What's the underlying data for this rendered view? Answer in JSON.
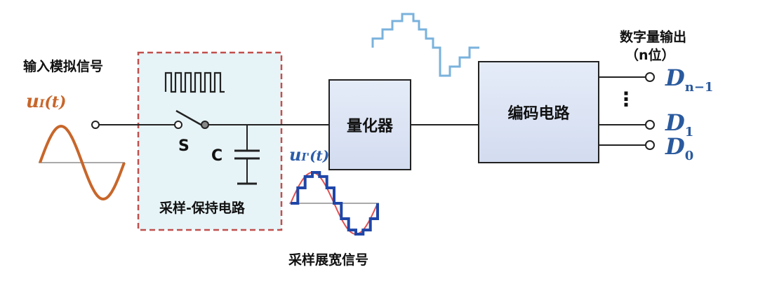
{
  "input": {
    "label": "输入模拟信号",
    "signal_name": "u",
    "signal_sub": "I",
    "signal_arg": "(t)"
  },
  "sample_hold": {
    "label": "采样-保持电路",
    "switch_label": "S",
    "cap_label": "C"
  },
  "widened": {
    "label": "采样展宽信号",
    "signal_name": "u",
    "signal_sub": "I'",
    "signal_arg": "(t)"
  },
  "quantizer": {
    "label": "量化器"
  },
  "encoder": {
    "label": "编码电路"
  },
  "output": {
    "title_line1": "数字量输出",
    "title_line2": "（n位）",
    "dn_base": "D",
    "dn_sub": "n−1",
    "d1_base": "D",
    "d1_sub": "1",
    "d0_base": "D",
    "d0_sub": "0",
    "ellipsis": "⋮"
  },
  "colors": {
    "sine": "#c8662a",
    "staircase": "#7ab2dc",
    "widened_wave": "#1f46a8",
    "widened_ref": "#e05050",
    "dashed_border": "#c0504d",
    "dashed_fill": "#e7f4f7",
    "box_fill": "#dbe2f3",
    "signal_text_orange": "#c8662a",
    "signal_text_blue": "#2a5caa",
    "digital_blue": "#2a5a9e"
  }
}
